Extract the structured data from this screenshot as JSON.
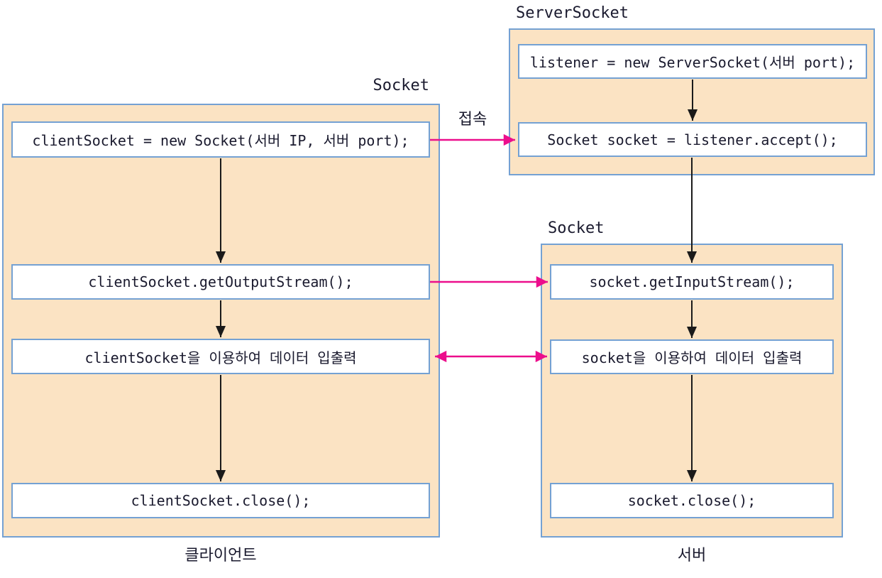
{
  "diagram": {
    "client": {
      "frame_label": "Socket",
      "bottom_label": "클라이언트",
      "steps": [
        "clientSocket = new Socket(서버 IP, 서버 port);",
        "clientSocket.getOutputStream();",
        "clientSocket을 이용하여 데이터 입출력",
        "clientSocket.close();"
      ]
    },
    "server_socket": {
      "frame_label": "ServerSocket",
      "steps": [
        "listener = new ServerSocket(서버 port);",
        "Socket socket = listener.accept();"
      ]
    },
    "server": {
      "frame_label": "Socket",
      "bottom_label": "서버",
      "steps": [
        "socket.getInputStream();",
        "socket을 이용하여 데이터 입출력",
        "socket.close();"
      ]
    },
    "connections": {
      "connect_label": "접속"
    },
    "colors": {
      "panel_fill": "#FBE3C3",
      "panel_border": "#74A1D3",
      "box_fill": "#FFFFFF",
      "box_border": "#74A1D3",
      "flow_arrow": "#1A1A1A",
      "network_arrow": "#EC0E8C",
      "text": "#1A1A2E"
    }
  }
}
